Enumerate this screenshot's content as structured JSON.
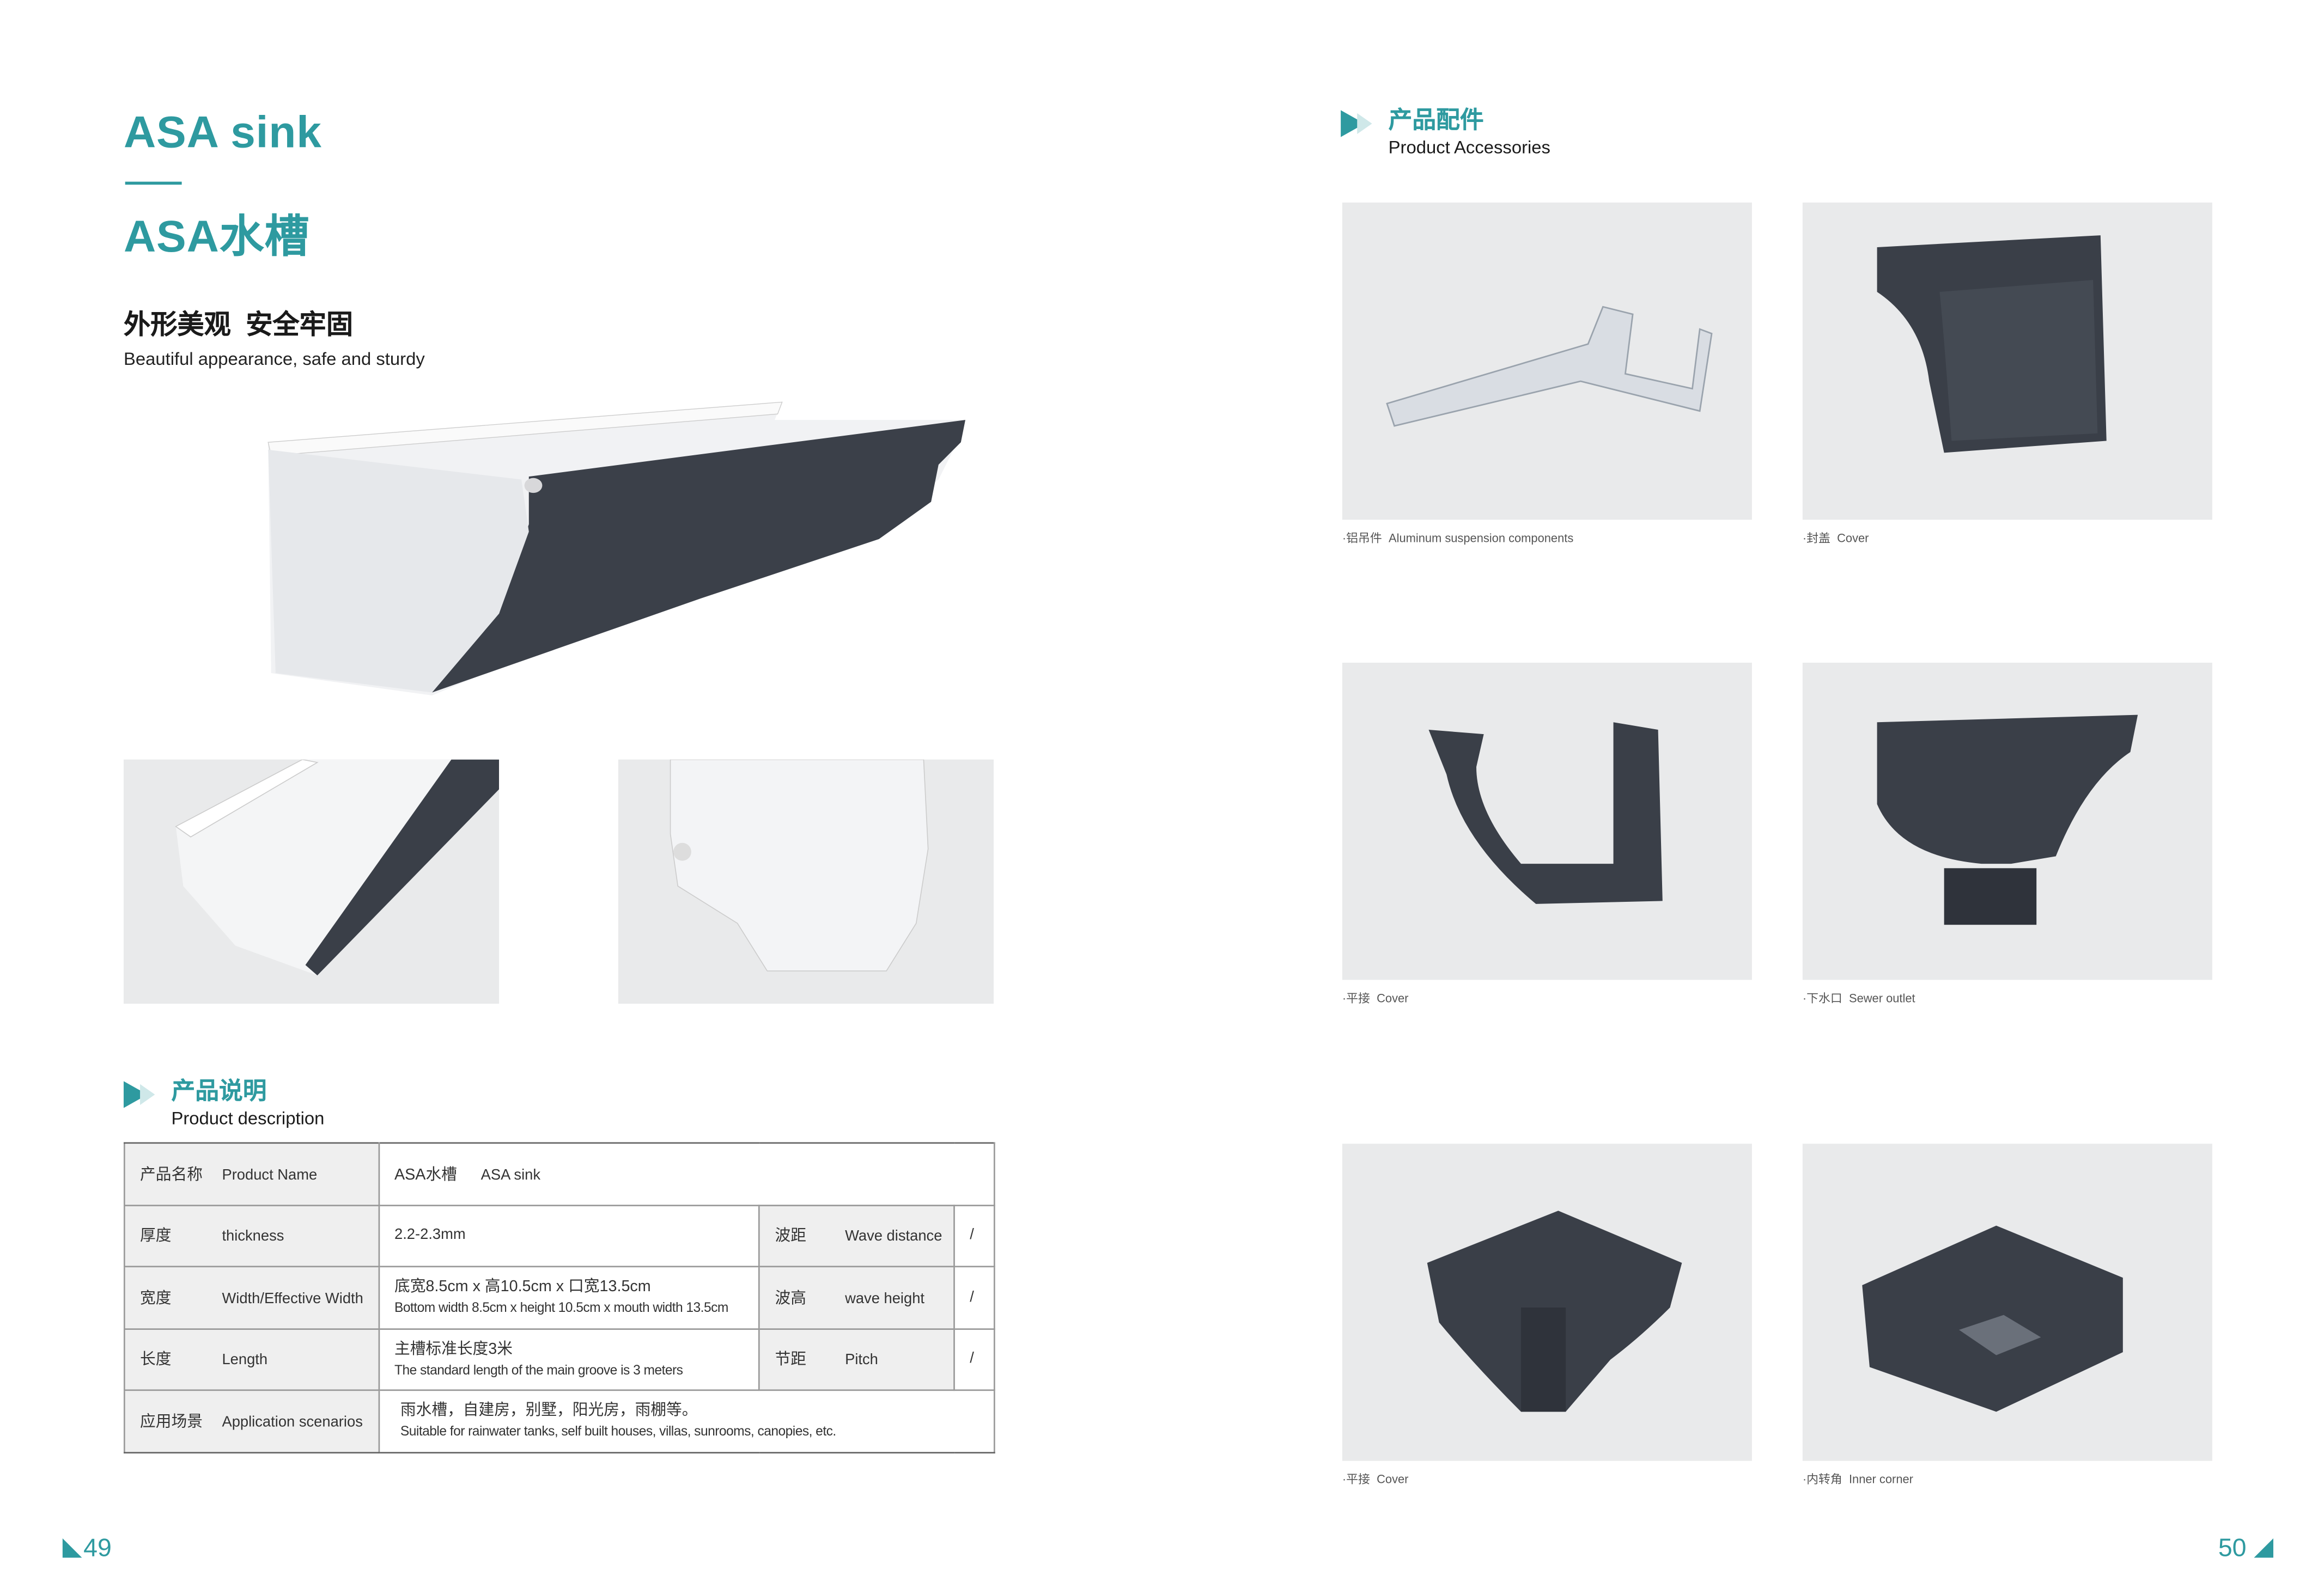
{
  "left_page": {
    "title_en": "ASA sink",
    "title_cn": "ASA水槽",
    "slogan_cn": "外形美观  安全牢固",
    "slogan_en": "Beautiful appearance, safe and sturdy",
    "section": {
      "cn": "产品说明",
      "en": "Product description"
    },
    "spec_table": {
      "rows": [
        {
          "label_cn": "产品名称",
          "label_en": "Product Name",
          "value_cn": "ASA水槽",
          "value_en": "ASA sink"
        },
        {
          "label_cn": "厚度",
          "label_en": "thickness",
          "value": "2.2-2.3mm",
          "extra_cn": "波距",
          "extra_en": "Wave distance",
          "extra_value": "/"
        },
        {
          "label_cn": "宽度",
          "label_en": "Width/Effective Width",
          "value_cn": "底宽8.5cm x 高10.5cm x 口宽13.5cm",
          "value_en": "Bottom width 8.5cm x height 10.5cm x mouth width 13.5cm",
          "extra_cn": "波高",
          "extra_en": "wave height",
          "extra_value": "/"
        },
        {
          "label_cn": "长度",
          "label_en": "Length",
          "value_cn": "主槽标准长度3米",
          "value_en": "The standard length of the main groove is 3 meters",
          "extra_cn": "节距",
          "extra_en": "Pitch",
          "extra_value": "/"
        },
        {
          "label_cn": "应用场景",
          "label_en": "Application scenarios",
          "value_cn": "雨水槽，自建房，别墅，阳光房，雨棚等。",
          "value_en": "Suitable for rainwater tanks, self built houses, villas, sunrooms, canopies, etc."
        }
      ]
    },
    "page_number": "49"
  },
  "right_page": {
    "section": {
      "cn": "产品配件",
      "en": "Product Accessories"
    },
    "accessories": [
      {
        "cn": "·铝吊件",
        "en": "Aluminum suspension components"
      },
      {
        "cn": "·封盖",
        "en": "Cover"
      },
      {
        "cn": "·平接",
        "en": "Cover"
      },
      {
        "cn": "·下水口",
        "en": "Sewer outlet"
      },
      {
        "cn": "·平接",
        "en": "Cover"
      },
      {
        "cn": "·内转角",
        "en": "Inner corner"
      }
    ],
    "page_number": "50"
  },
  "colors": {
    "accent": "#2e9aa0",
    "product": "#3a3f48",
    "photo_bg": "#e9eaeb"
  }
}
